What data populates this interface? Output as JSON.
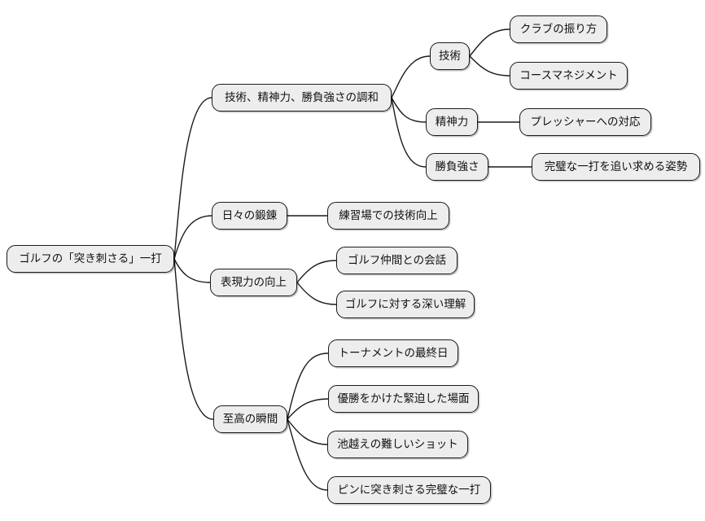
{
  "mindmap": {
    "root": {
      "label": "ゴルフの「突き刺さる」一打"
    },
    "branches": [
      {
        "label": "技術、精神力、勝負強さの調和",
        "children": [
          {
            "label": "技術",
            "children": [
              {
                "label": "クラブの振り方"
              },
              {
                "label": "コースマネジメント"
              }
            ]
          },
          {
            "label": "精神力",
            "children": [
              {
                "label": "プレッシャーへの対応"
              }
            ]
          },
          {
            "label": "勝負強さ",
            "children": [
              {
                "label": "完璧な一打を追い求める姿勢"
              }
            ]
          }
        ]
      },
      {
        "label": "日々の鍛錬",
        "children": [
          {
            "label": "練習場での技術向上"
          }
        ]
      },
      {
        "label": "表現力の向上",
        "children": [
          {
            "label": "ゴルフ仲間との会話"
          },
          {
            "label": "ゴルフに対する深い理解"
          }
        ]
      },
      {
        "label": "至高の瞬間",
        "children": [
          {
            "label": "トーナメントの最終日"
          },
          {
            "label": "優勝をかけた緊迫した場面"
          },
          {
            "label": "池越えの難しいショット"
          },
          {
            "label": "ピンに突き刺さる完璧な一打"
          }
        ]
      }
    ],
    "colors": {
      "background": "#ffffff",
      "node_fill": "#ededed",
      "node_border": "#1a1a1a",
      "edge": "#1a1a1a",
      "text": "#111111"
    }
  }
}
